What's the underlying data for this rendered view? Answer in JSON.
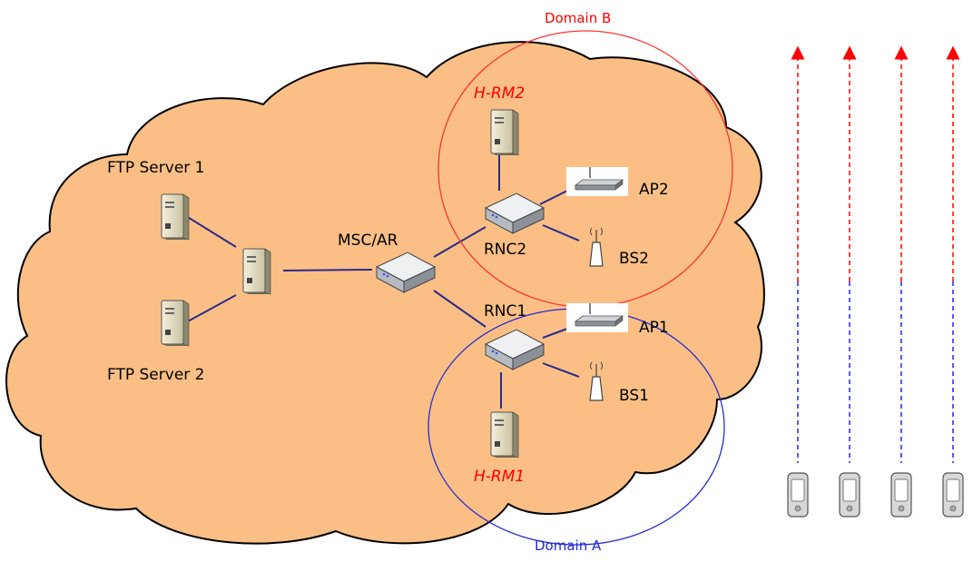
{
  "labels": {
    "ftp_server_1": "FTP Server 1",
    "ftp_server_2": "FTP Server 2",
    "msc_ar": "MSC/AR",
    "rnc1": "RNC1",
    "rnc2": "RNC2",
    "ap1": "AP1",
    "ap2": "AP2",
    "bs1": "BS1",
    "bs2": "BS2",
    "h_rm1": "H-RM1",
    "h_rm2": "H-RM2",
    "domain_a": "Domain A",
    "domain_b": "Domain B"
  },
  "colors": {
    "cloud_fill": "#fbbf86",
    "cloud_stroke": "#000000",
    "link_line": "#2a2a8a",
    "domain_a_circle": "#2b2bd0",
    "domain_b_circle": "#ff3333",
    "arrow_upper_red": "#ff0000",
    "arrow_lower_blue": "#2222ee"
  },
  "icons": {
    "servers": "server-icon",
    "router": "router-icon",
    "access_point": "access-point-icon",
    "base_station": "antenna-icon",
    "mobile": "mobile-phone-icon"
  }
}
